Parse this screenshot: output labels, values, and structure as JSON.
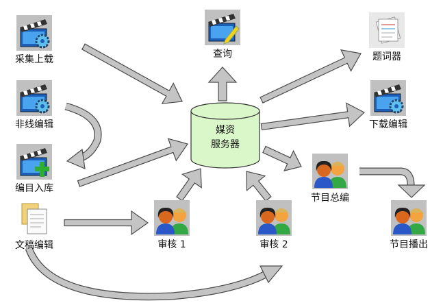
{
  "colors": {
    "arrow_fill": "#c4c4c4",
    "arrow_stroke": "#4a4a4a",
    "server_fill": "#d9f7c9",
    "icon_bg": "#c0c0c0"
  },
  "server": {
    "line1": "媒资",
    "line2": "服务器"
  },
  "nodes": {
    "capture": {
      "label": "采集上载",
      "icon": "clapper-gear-icon"
    },
    "nonlinear": {
      "label": "非线编辑",
      "icon": "clapper-gear-icon"
    },
    "catalog": {
      "label": "编目入库",
      "icon": "clapper-plus-icon"
    },
    "script": {
      "label": "文稿编辑",
      "icon": "document-icon"
    },
    "query": {
      "label": "查询",
      "icon": "clapper-pencil-icon"
    },
    "prompter": {
      "label": "题词器",
      "icon": "document-stack-icon"
    },
    "download": {
      "label": "下载编辑",
      "icon": "clapper-gear-icon"
    },
    "review1": {
      "label": "审核 1",
      "icon": "users-icon"
    },
    "review2": {
      "label": "审核 2",
      "icon": "users-icon"
    },
    "chief": {
      "label": "节目总编",
      "icon": "users-icon"
    },
    "broadcast": {
      "label": "节目播出",
      "icon": "users-icon"
    }
  }
}
